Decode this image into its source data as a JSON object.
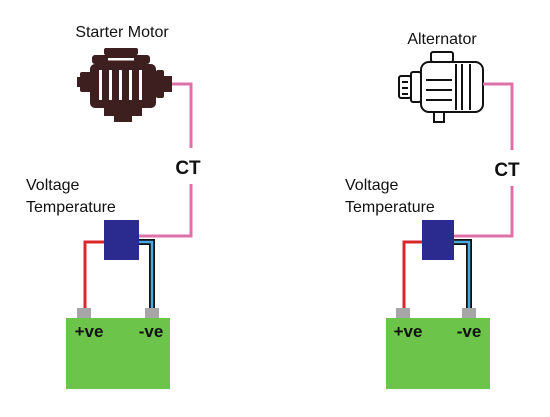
{
  "panels": [
    {
      "device_label": "Starter Motor",
      "device_icon": "engine-icon",
      "ct_label": "CT",
      "sensor_label_line1": "Voltage",
      "sensor_label_line2": "Temperature",
      "positive_label": "+ve",
      "negative_label": "-ve"
    },
    {
      "device_label": "Alternator",
      "device_icon": "alternator-icon",
      "ct_label": "CT",
      "sensor_label_line1": "Voltage",
      "sensor_label_line2": "Temperature",
      "positive_label": "+ve",
      "negative_label": "-ve"
    }
  ],
  "colors": {
    "ct_wire": "#e070a8",
    "positive_wire": "#d8282e",
    "negative_wire_outer": "#111111",
    "negative_wire_inner": "#4aa8e0",
    "sensor": "#2b2b8f",
    "battery": "#6cc54a",
    "terminal": "#a6a6a6",
    "engine": "#3d1f1f"
  }
}
